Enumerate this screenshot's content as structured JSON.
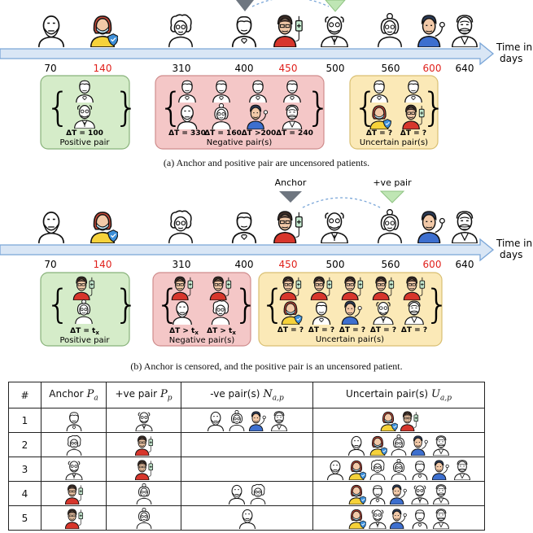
{
  "colors": {
    "arrow_fill": "#d9e6f5",
    "arrow_stroke": "#7aa6d8",
    "red_time": "#e0201b",
    "positive_box": "#d5ecc9",
    "positive_border": "#88b27a",
    "negative_box": "#f4c7c7",
    "negative_border": "#cf8c8c",
    "uncertain_box": "#fbe9b7",
    "uncertain_border": "#d9bf72",
    "anchor_marker": "#6e7680",
    "positive_marker": "#bfe6b4"
  },
  "timeline": {
    "axis_label_line1": "Time in",
    "axis_label_line2": "days",
    "ticks": [
      "70",
      "140",
      "310",
      "400",
      "450",
      "500",
      "560",
      "600",
      "640"
    ],
    "censored_ticks": [
      1,
      4,
      7
    ]
  },
  "panel_a": {
    "caption": "(a) Anchor and positive pair are uncensored patients.",
    "positive_group": {
      "deltas": [
        "ΔT = 100"
      ],
      "label": "Positive pair"
    },
    "negative_group": {
      "deltas": [
        "ΔT = 330",
        "ΔT = 160",
        "ΔT >200",
        "ΔT = 240"
      ],
      "label": "Negative pair(s)"
    },
    "uncertain_group": {
      "deltas": [
        "ΔT = ?",
        "ΔT = ?"
      ],
      "label": "Uncertain pair(s)"
    }
  },
  "panel_b": {
    "caption": "(b) Anchor is censored, and the positive pair is an uncensored patient.",
    "anchor_label": "Anchor",
    "positive_label": "+ve pair",
    "positive_group": {
      "delta_prefix": "ΔT = t",
      "delta_sub": "x",
      "label": "Positive pair"
    },
    "negative_group": {
      "delta_prefix": "ΔT > t",
      "delta_sub": "x",
      "label": "Negative pair(s)"
    },
    "uncertain_group": {
      "deltas": [
        "ΔT = ?",
        "ΔT = ?",
        "ΔT = ?",
        "ΔT = ?",
        "ΔT = ?"
      ],
      "label": "Uncertain pair(s)"
    }
  },
  "table": {
    "headers": {
      "index": "#",
      "anchor": "Anchor",
      "anchor_math": "P",
      "anchor_sub": "a",
      "positive": "+ve pair",
      "positive_math": "P",
      "positive_sub": "p",
      "negative": "-ve pair(s)",
      "negative_math": "N",
      "negative_sub": "a,p",
      "uncertain": "Uncertain pair(s)",
      "uncertain_math": "U",
      "uncertain_sub": "a,p"
    },
    "rows": [
      {
        "id": "1",
        "anchor": [
          "p400"
        ],
        "positive": [
          "p500"
        ],
        "negative": [
          "p70",
          "p560",
          "p600",
          "p640"
        ],
        "uncertain": [
          "p140",
          "p450"
        ]
      },
      {
        "id": "2",
        "anchor": [
          "p310"
        ],
        "positive": [
          "p450"
        ],
        "negative": [],
        "uncertain": [
          "p70",
          "p140",
          "p560",
          "p600",
          "p640"
        ]
      },
      {
        "id": "3",
        "anchor": [
          "p500"
        ],
        "positive": [
          "p450"
        ],
        "negative": [],
        "uncertain": [
          "p70",
          "p140",
          "p310",
          "p560",
          "p400",
          "p600",
          "p640"
        ]
      },
      {
        "id": "4",
        "anchor": [
          "p450"
        ],
        "positive": [
          "p560"
        ],
        "negative": [
          "p70",
          "p310"
        ],
        "uncertain": [
          "p140",
          "p400",
          "p600",
          "p500",
          "p640"
        ]
      },
      {
        "id": "5",
        "anchor": [
          "p450"
        ],
        "positive": [
          "p560"
        ],
        "negative": [
          "p70"
        ],
        "uncertain": [
          "p140",
          "p500",
          "p600",
          "p400",
          "p640"
        ]
      }
    ]
  }
}
